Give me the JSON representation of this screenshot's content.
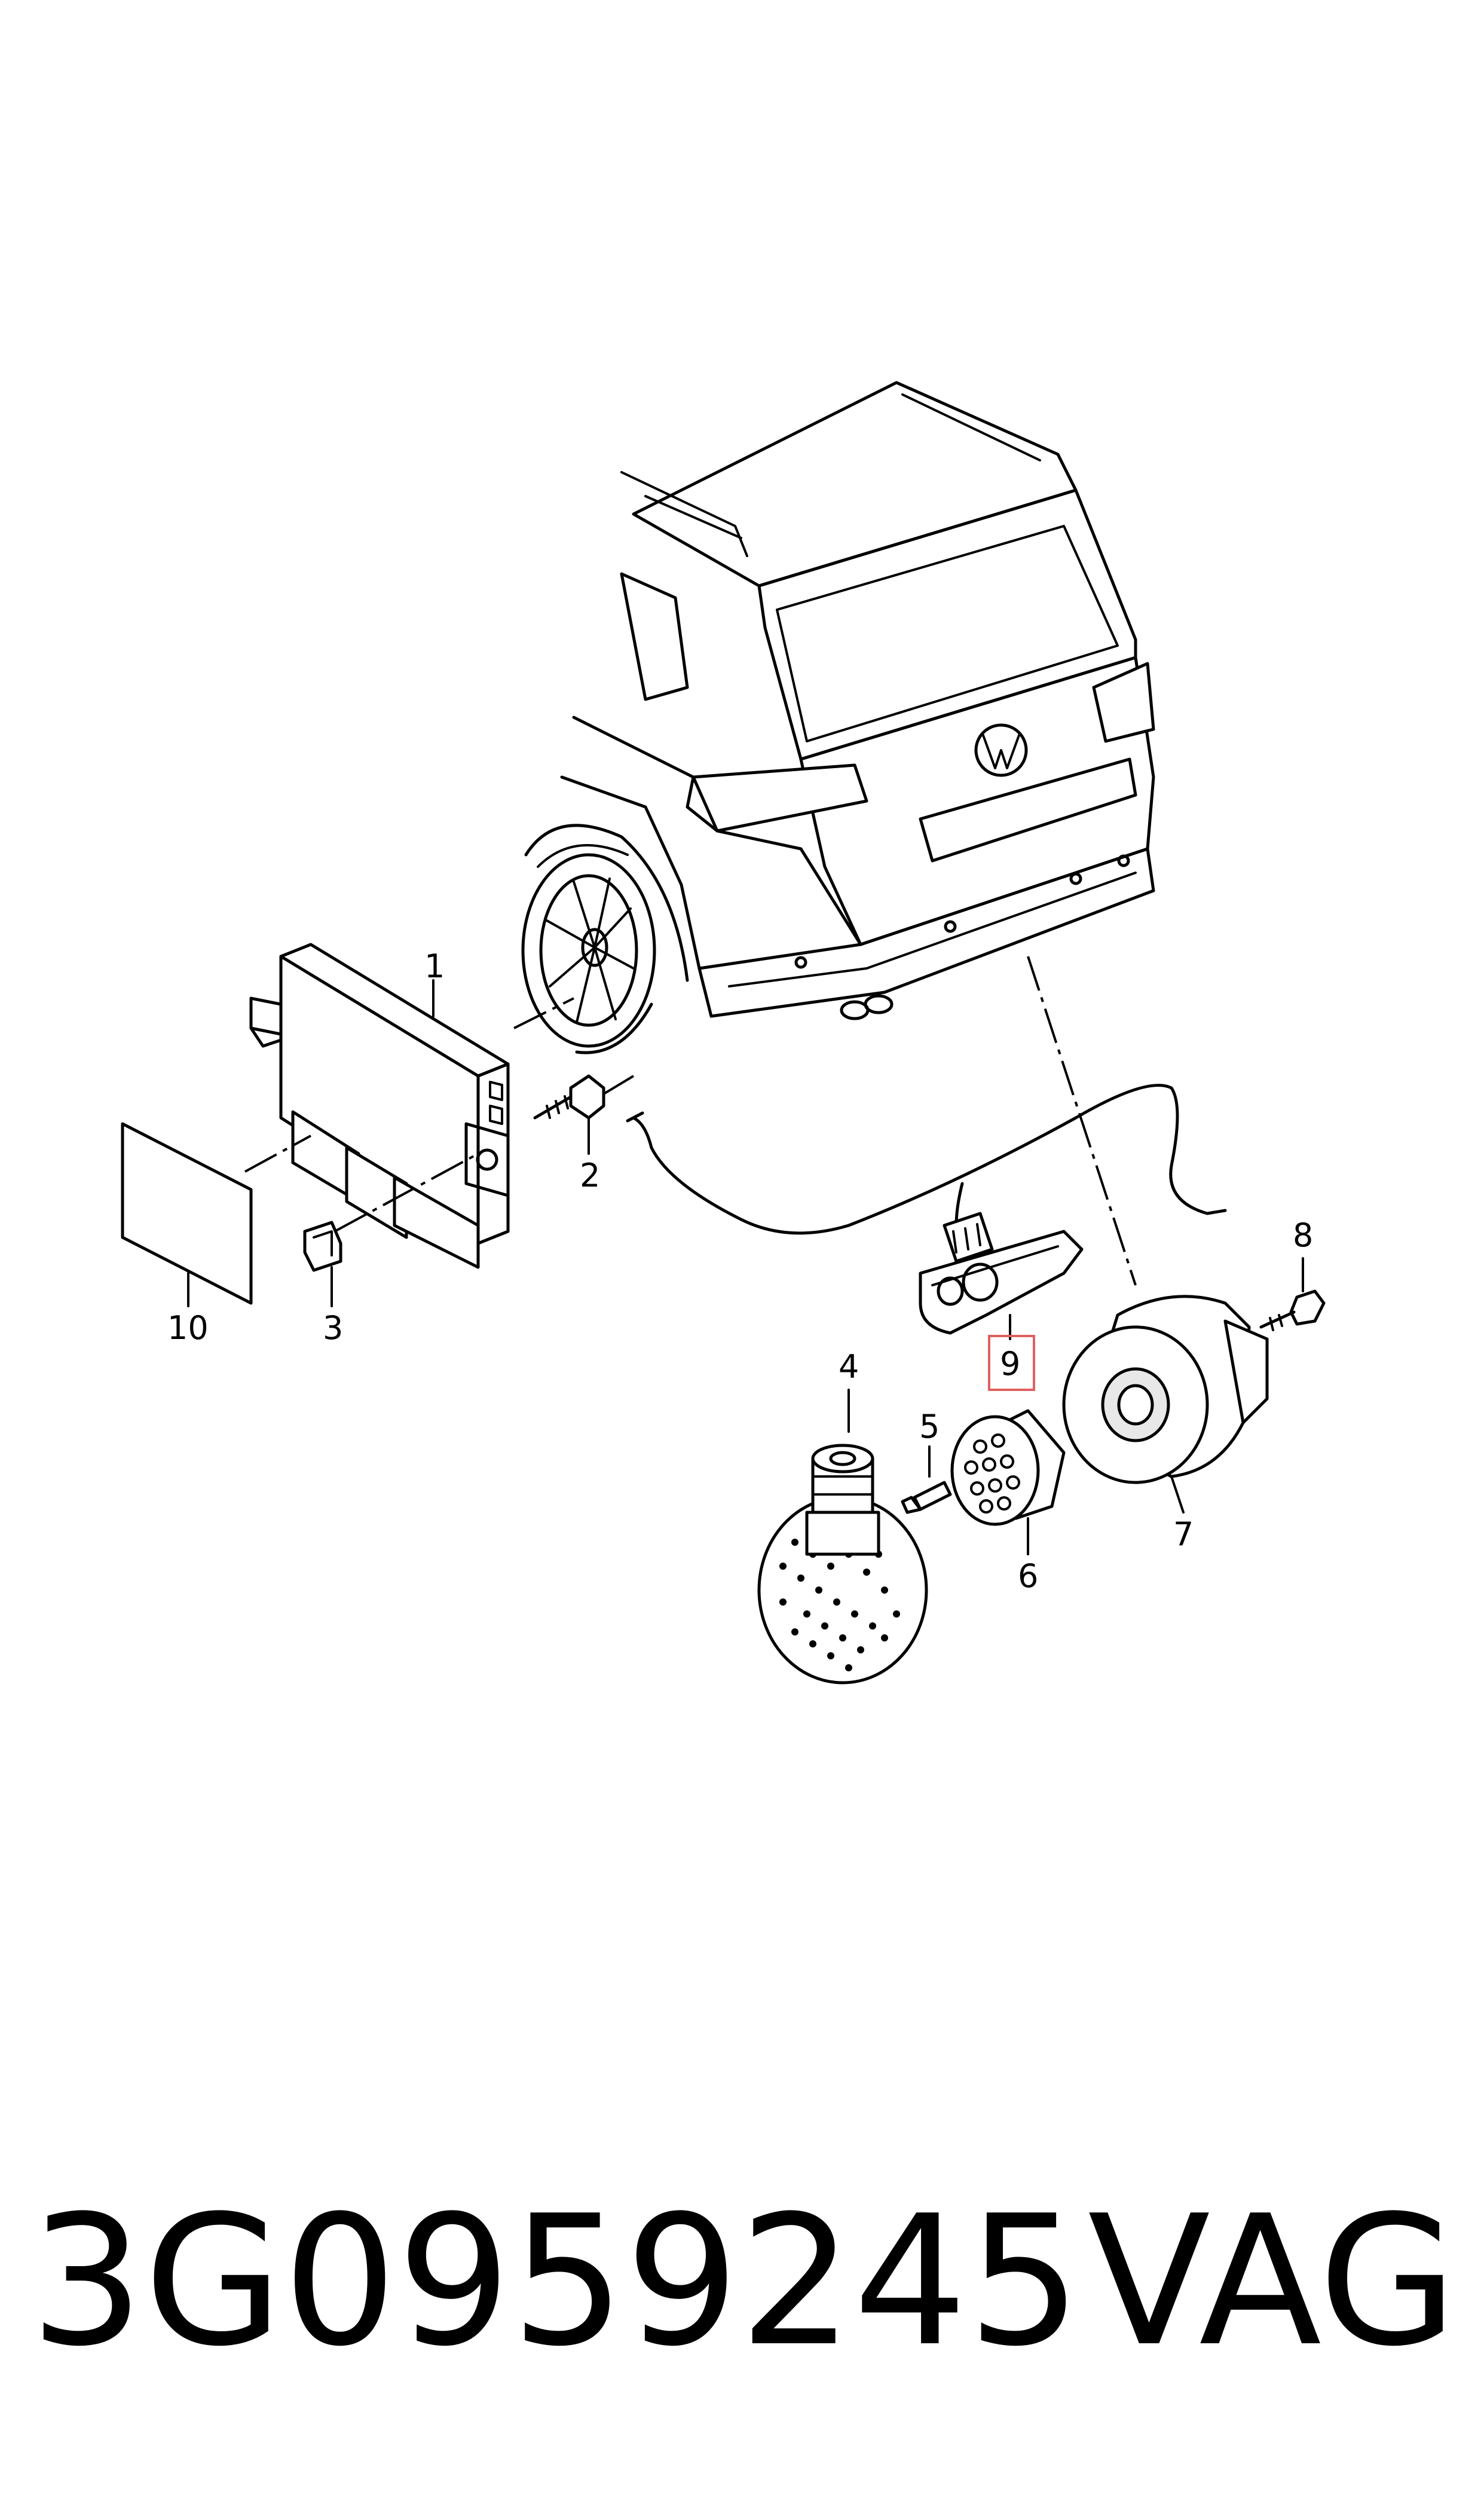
{
  "diagram": {
    "callouts": {
      "c1": "1",
      "c2": "2",
      "c3": "3",
      "c4": "4",
      "c5": "5",
      "c6": "6",
      "c7": "7",
      "c8": "8",
      "c9": "9",
      "c10": "10"
    },
    "highlighted_callout": "9",
    "highlight_color": "#e06060"
  },
  "footer": {
    "part_number": "3G0959245",
    "brand": "VAG"
  }
}
